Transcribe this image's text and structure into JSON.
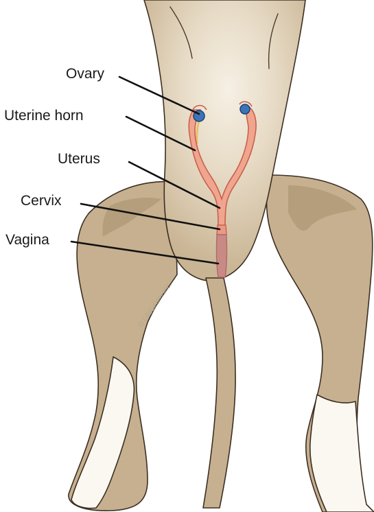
{
  "labels": {
    "ovary": "Ovary",
    "uterine_horn": "Uterine horn",
    "uterus": "Uterus",
    "cervix": "Cervix",
    "vagina": "Vagina"
  },
  "watermark": "© LifeLearn Inc.",
  "colors": {
    "body": "#c6b08f",
    "body_light": "#e9dfcd",
    "leg_inner": "#a6906d",
    "white_sock": "#fbf8f1",
    "reproductive_tract": "#f0a58e",
    "tract_outline": "#c7614e",
    "ovary": "#3b75b8",
    "oviduct": "#e8c067",
    "vagina": "#c98a86",
    "leader_line": "#111111"
  },
  "icons": {
    "ovary_marker": "blue-circle"
  }
}
